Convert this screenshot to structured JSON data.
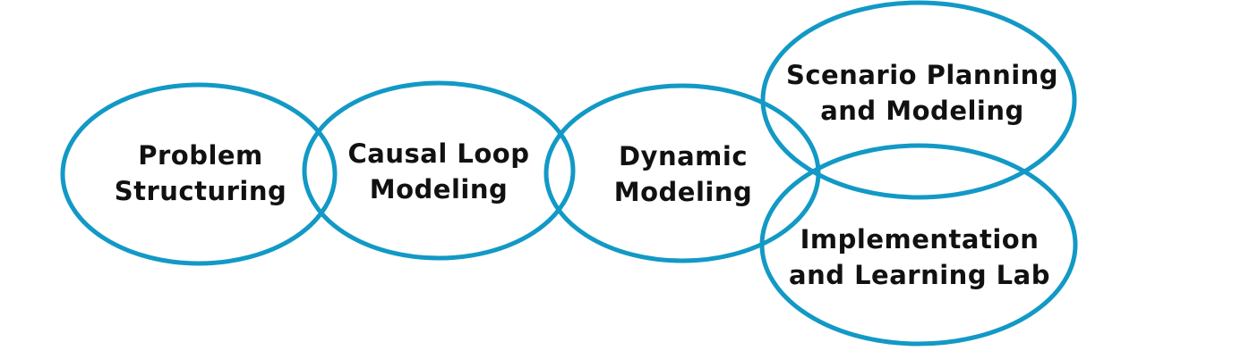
{
  "diagram": {
    "type": "overlapping-ellipse-process-diagram",
    "stroke_color": "#1299c5",
    "text_color": "#111111",
    "background_color": "#ffffff",
    "stages": [
      {
        "id": "problem-structuring",
        "line1": "Problem",
        "line2": "Structuring"
      },
      {
        "id": "causal-loop-modeling",
        "line1": "Causal Loop",
        "line2": "Modeling"
      },
      {
        "id": "dynamic-modeling",
        "line1": "Dynamic",
        "line2": "Modeling"
      },
      {
        "id": "scenario-planning-modeling",
        "line1": "Scenario Planning",
        "line2": "and Modeling"
      },
      {
        "id": "implementation-learning-lab",
        "line1": "Implementation",
        "line2": "and Learning Lab"
      }
    ]
  }
}
